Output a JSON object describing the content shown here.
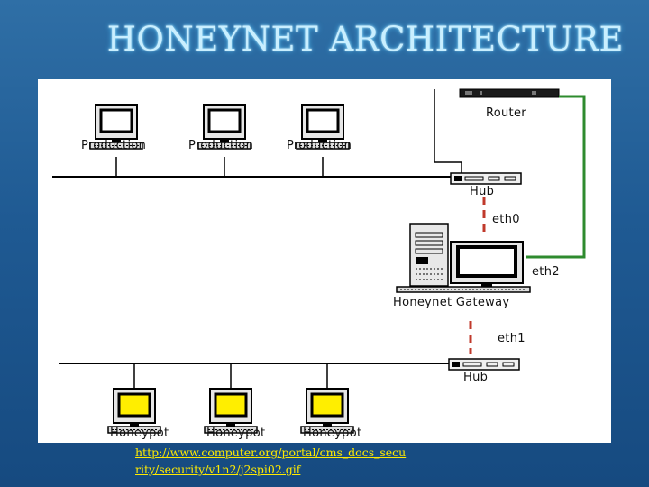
{
  "slide": {
    "title": "HONEYNET ARCHITECTURE",
    "source_link_line1": "http://www.computer.org/portal/cms_docs_secu",
    "source_link_line2": "rity/security/v1n2/j2spi02.gif"
  },
  "diagram": {
    "router_label": "Router",
    "production_labels": [
      "Production",
      "Production",
      "Production"
    ],
    "hub_top_label": "Hub",
    "eth0_label": "eth0",
    "eth2_label": "eth2",
    "gateway_label": "Honeynet Gateway",
    "eth1_label": "eth1",
    "hub_bottom_label": "Hub",
    "honeypot_labels": [
      "Honeypot",
      "Honeypot",
      "Honeypot"
    ]
  },
  "colors": {
    "background": "#1f5a93",
    "title": "#c9efff",
    "link": "#ffea00",
    "honeypot_screen": "#ffee00",
    "crossover_cable": "#2e8b2e",
    "dashed_link": "#c0392b"
  },
  "icons": {
    "production": "workstation-icon",
    "honeypot": "honeypot-workstation-icon",
    "router": "router-icon",
    "hub": "hub-icon",
    "gateway": "server-tower-icon"
  }
}
